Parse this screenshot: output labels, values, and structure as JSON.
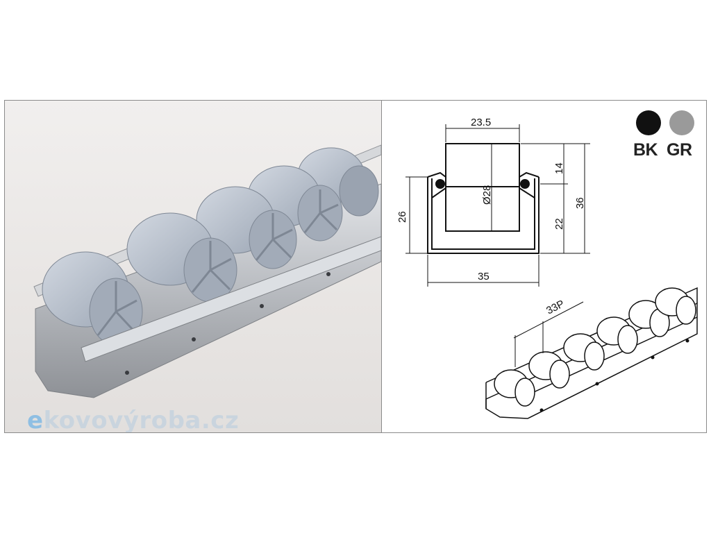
{
  "watermark": {
    "prefix": "e",
    "rest": "kovovýroba.cz"
  },
  "dimensions": {
    "inner_width": "23.5",
    "roller_diameter": "Ø28",
    "rail_height": "26",
    "upper_height": "14",
    "lower_height": "22",
    "total_height": "36",
    "outer_width": "35",
    "pitch": "33P"
  },
  "legend": {
    "black": {
      "label": "BK",
      "color": "#111111"
    },
    "gray": {
      "label": "GR",
      "color": "#9a9a9a"
    }
  },
  "colors": {
    "roller": "#b9c2cf",
    "rail": "#c3c5c9",
    "frame": "#8a8a8a"
  }
}
